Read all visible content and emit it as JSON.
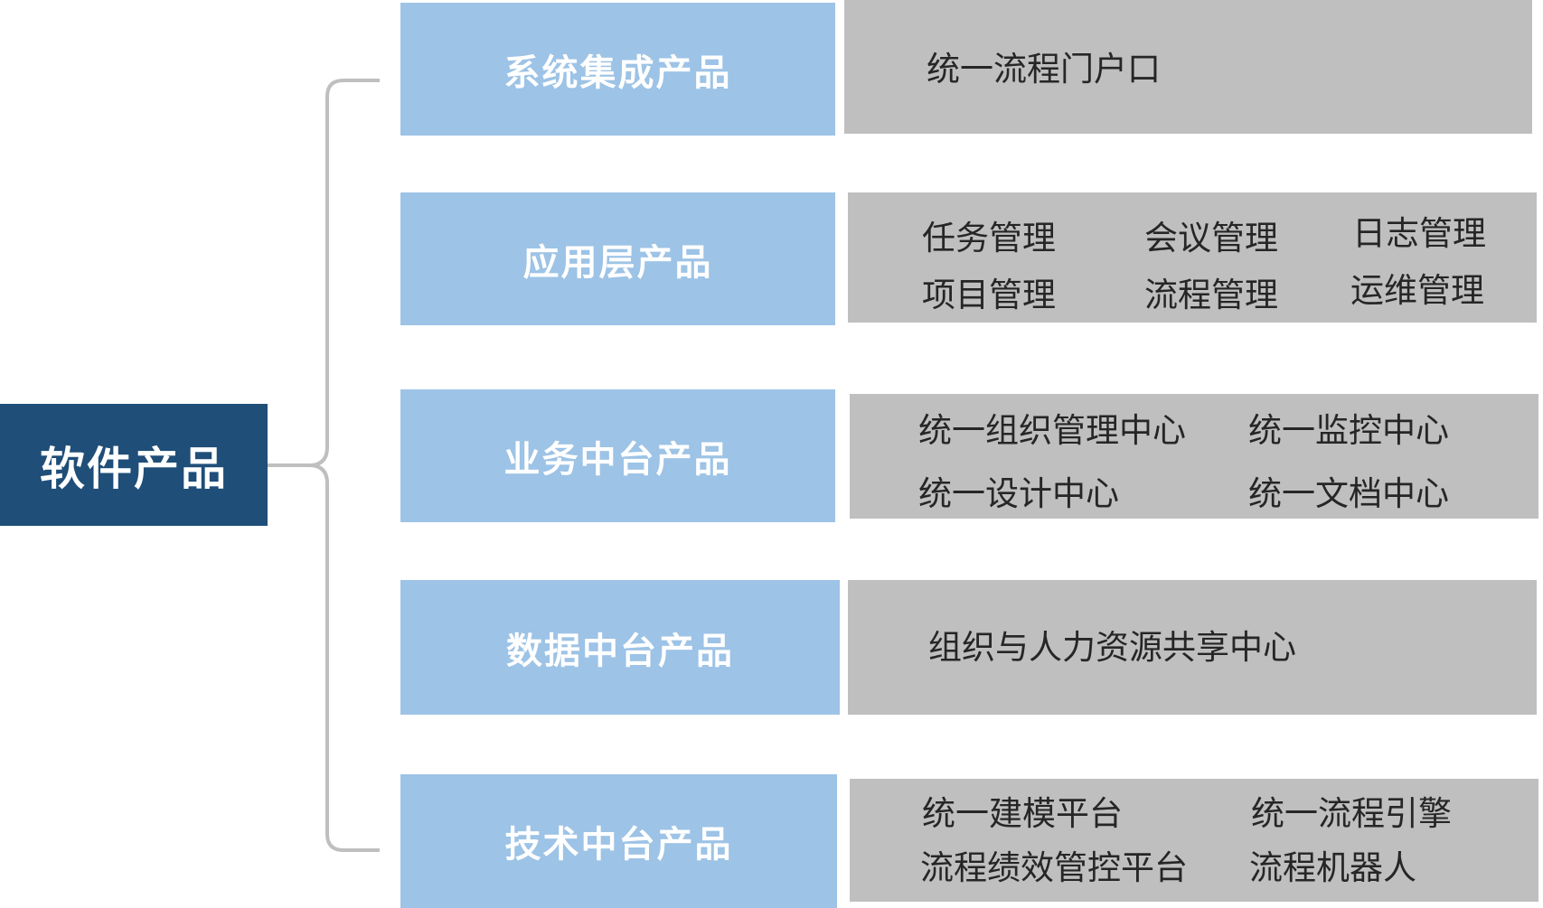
{
  "root": {
    "label": "软件产品"
  },
  "categories": [
    {
      "label": "系统集成产品",
      "items": [
        "统一流程门户口"
      ]
    },
    {
      "label": "应用层产品",
      "items": [
        "任务管理",
        "会议管理",
        "日志管理",
        "项目管理",
        "流程管理",
        "运维管理"
      ]
    },
    {
      "label": "业务中台产品",
      "items": [
        "统一组织管理中心",
        "统一监控中心",
        "统一设计中心",
        "统一文档中心"
      ]
    },
    {
      "label": "数据中台产品",
      "items": [
        "组织与人力资源共享中心"
      ]
    },
    {
      "label": "技术中台产品",
      "items": [
        "统一建模平台",
        "统一流程引擎",
        "流程绩效管控平台",
        "流程机器人"
      ]
    }
  ],
  "colors": {
    "root": "#1f4e79",
    "category": "#9dc3e6",
    "detail": "#bfbfbf",
    "connector": "#bfbfbf"
  }
}
